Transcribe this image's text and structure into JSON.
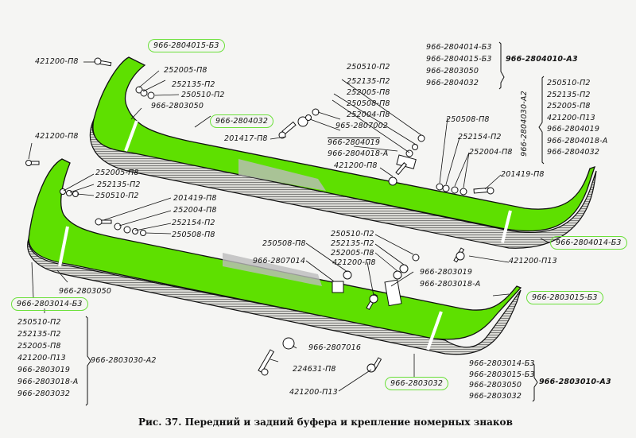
{
  "figure": {
    "caption": "Рис. 37. Передний и задний буфера и крепление номерных знаков",
    "highlight_color": "#6be03a",
    "bumper_fill_color": "#5ee000"
  },
  "front_bumper": {
    "labels": {
      "bolt_top_left": "421200-П8",
      "corner_left_highlighted": "966-2804015-Б3",
      "washer_1": "252005-П8",
      "washer_2": "252135-П2",
      "nut_1": "250510-П2",
      "overrider_strip": "966-2803050",
      "center_highlighted": "966-2804032",
      "bolt_center": "201417-П8",
      "center_group": [
        "250510-П2",
        "252135-П2",
        "252005-П8",
        "250508-П8",
        "252004-П8",
        "965-2807002"
      ],
      "bracket_1": "966-2804019",
      "bracket_2": "966-2804018-А",
      "bracket_bolt": "421200-П8",
      "right_hw": [
        "250508-П8",
        "252154-П2",
        "252004-П8"
      ],
      "right_bolt": "201419-П8",
      "corner_right_highlighted": "966-2804014-Б3",
      "bottom_bolt": "421200-П13"
    },
    "assembly": {
      "parts": [
        "966-2804014-Б3",
        "966-2804015-Б3",
        "966-2803050",
        "966-2804032"
      ],
      "result": "966-2804010-А3"
    },
    "mounting_kit": {
      "name": "966-2804030-А2",
      "parts": [
        "250510-П2",
        "252135-П2",
        "252005-П8",
        "421200-П13",
        "966-2804019",
        "966-2804018-А",
        "966-2804032"
      ]
    }
  },
  "rear_bumper": {
    "labels": {
      "bolt_left": "421200-П8",
      "washer_1": "252005-П8",
      "washer_2": "252135-П2",
      "nut_1": "250510-П2",
      "center_hw": [
        "201419-П8",
        "252004-П8",
        "252154-П2",
        "250508-П8"
      ],
      "nut_center": "250508-П8",
      "plate_bracket": "966-2807014",
      "right_hw": [
        "250510-П2",
        "252135-П2",
        "252005-П8",
        "421200-П8"
      ],
      "bracket_1": "966-2803019",
      "bracket_2": "966-2803018-А",
      "overrider_strip": "966-2803050",
      "corner_left_highlighted": "966-2803014-Б3",
      "corner_right_highlighted": "966-2803015-Б3",
      "bushing": "966-2807016",
      "screw": "224631-П8",
      "bolt_bottom": "421200-П13",
      "center_highlighted": "966-2803032"
    },
    "mounting_kit": {
      "name": "966-2803030-А2",
      "parts": [
        "250510-П2",
        "252135-П2",
        "252005-П8",
        "421200-П13",
        "966-2803019",
        "966-2803018-А",
        "966-2803032"
      ]
    },
    "assembly": {
      "parts": [
        "966-2803014-Б3",
        "966-2803015-Б3",
        "966-2803050",
        "966-2803032"
      ],
      "result": "966-2803010-А3"
    }
  }
}
